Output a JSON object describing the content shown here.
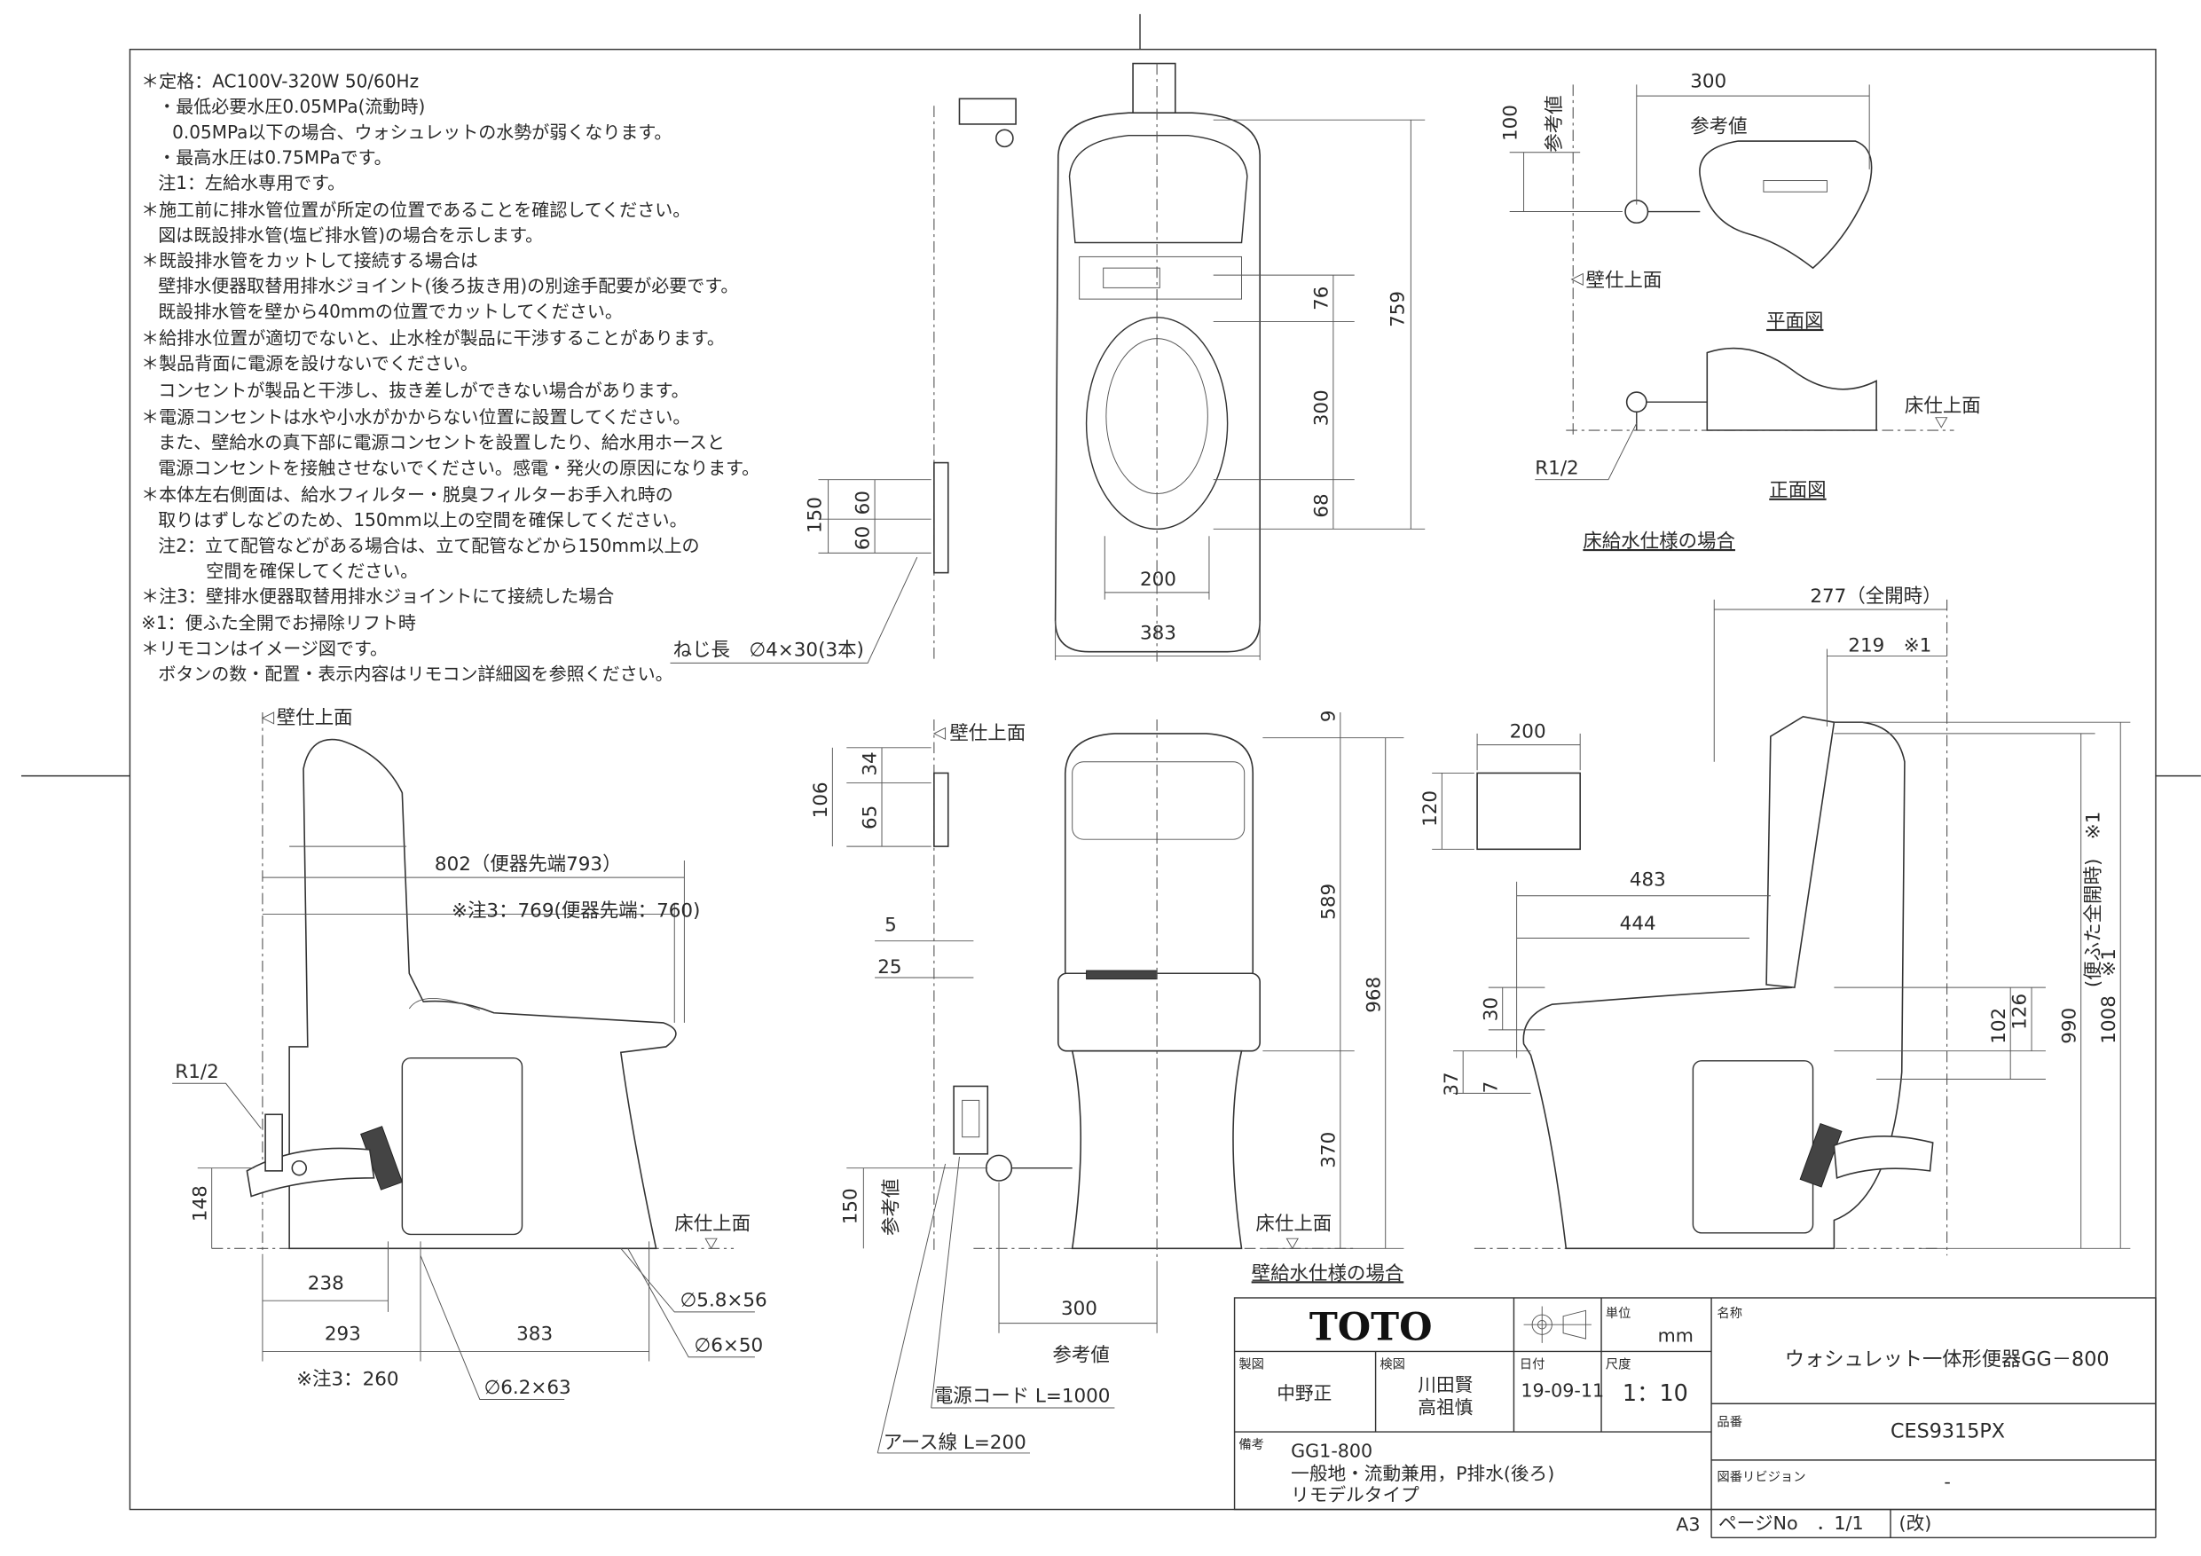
{
  "notes": [
    "＊定格：AC100V-320W 50/60Hz",
    "・最低必要水圧0.05MPa(流動時)",
    "0.05MPa以下の場合、ウォシュレットの水勢が弱くなります。",
    "・最高水圧は0.75MPaです。",
    "注1：左給水専用です。",
    "＊施工前に排水管位置が所定の位置であることを確認してください。",
    "図は既設排水管(塩ビ排水管)の場合を示します。",
    "＊既設排水管をカットして接続する場合は",
    "壁排水便器取替用排水ジョイント(後ろ抜き用)の別途手配要が必要です。",
    "既設排水管を壁から40mmの位置でカットしてください。",
    "＊給排水位置が適切でないと、止水栓が製品に干渉することがあります。",
    "＊製品背面に電源を設けないでください。",
    "コンセントが製品と干渉し、抜き差しができない場合があります。",
    "＊電源コンセントは水や小水がかからない位置に設置してください。",
    "また、壁給水の真下部に電源コンセントを設置したり、給水用ホースと",
    "電源コンセントを接触させないでください。感電・発火の原因になります。",
    "＊本体左右側面は、給水フィルター・脱臭フィルターお手入れ時の",
    "取りはずしなどのため、150mm以上の空間を確保してください。",
    "注2：立て配管などがある場合は、立て配管などから150mm以上の",
    "空間を確保してください。",
    "＊注3：壁排水便器取替用排水ジョイントにて接続した場合",
    "※1：便ふた全開でお掃除リフト時",
    "＊リモコンはイメージ図です。",
    "ボタンの数・配置・表示内容はリモコン詳細図を参照ください。"
  ],
  "top_view": {
    "dims": [
      "759",
      "76",
      "300",
      "68",
      "200",
      "383",
      "150",
      "60",
      "60"
    ],
    "screw": "ねじ長　∅4×30(3本)"
  },
  "floor_supply": {
    "dim_300": "300",
    "ref_h": "参考値",
    "dim_100": "100",
    "ref_v": "参考値",
    "wall": "壁仕上面",
    "plan_label": "平面図",
    "front_label": "正面図",
    "floor": "床仕上面",
    "thread": "R1/2",
    "caption": "床給水仕様の場合"
  },
  "side_left": {
    "wall": "壁仕上面",
    "dim_802": "802（便器先端793）",
    "dim_769": "※注3：769(便器先端：760)",
    "thread": "R1/2",
    "dim_148": "148",
    "dim_238": "238",
    "dim_293": "293",
    "dim_383": "383",
    "note_260": "※注3：260",
    "hole_1": "∅6.2×63",
    "hole_2": "∅5.8×56",
    "hole_3": "∅6×50",
    "floor": "床仕上面"
  },
  "front": {
    "wall": "壁仕上面",
    "dim_34": "34",
    "dim_65": "65",
    "dim_106": "106",
    "dim_5": "5",
    "dim_25": "25",
    "dim_150": "150",
    "ref_v": "参考値",
    "dim_300": "300",
    "ref_h": "参考値",
    "dim_9": "9",
    "dim_589": "589",
    "dim_968": "968",
    "dim_370": "370",
    "floor": "床仕上面",
    "caption": "壁給水仕様の場合",
    "power_cord": "電源コード L=1000",
    "earth_wire": "アース線 L=200"
  },
  "remote": {
    "dim_200": "200",
    "dim_120": "120"
  },
  "side_right": {
    "dim_277": "277（全開時）",
    "dim_219": "219　※1",
    "dim_483": "483",
    "dim_444": "444",
    "dim_30": "30",
    "dim_37": "37",
    "dim_7": "7",
    "dim_102": "102",
    "dim_126": "126",
    "dim_990": "990",
    "dim_1008": "1008　※1",
    "lid_open": "(便ふた全開時)　※1"
  },
  "title_block": {
    "logo": "TOTO",
    "unit_label": "単位",
    "unit": "mm",
    "drawn_label": "製図",
    "drawn_by": "中野正",
    "checked_label": "検図",
    "checked_by_1": "川田賢",
    "checked_by_2": "高祖慎",
    "date_label": "日付",
    "date": "19-09-11",
    "scale_label": "尺度",
    "scale": "1：10",
    "name_label": "名称",
    "name": "ウォシュレット一体形便器GG－800",
    "part_label": "品番",
    "part_no": "CES9315PX",
    "revision_label": "図番リビジョン",
    "revision": "-",
    "remarks_label": "備考",
    "remarks": [
      "GG1-800",
      "一般地・流動兼用，P排水(後ろ)",
      "リモデルタイプ"
    ],
    "paper": "A3",
    "page_label": "ページNo　．",
    "page": "1/1",
    "rev_mark": "(改)"
  }
}
